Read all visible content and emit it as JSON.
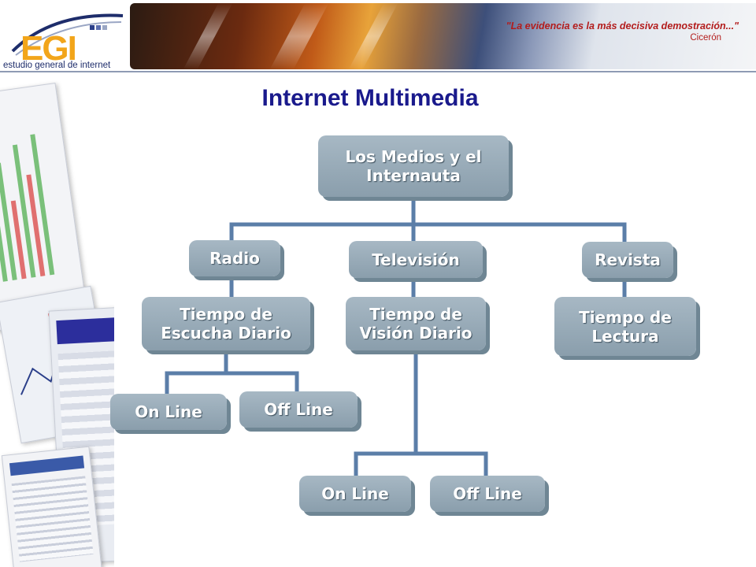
{
  "header": {
    "logo": "EGI",
    "logo_subtitle": "estudio general de internet",
    "quote": "\"La evidencia es la más decisiva demostración...\"",
    "quote_author": "Cicerón"
  },
  "title": "Internet Multimedia",
  "diagram": {
    "root": "Los Medios y el Internauta",
    "radio": "Radio",
    "television": "Televisión",
    "revista": "Revista",
    "radio_time": "Tiempo de Escucha Diario",
    "tv_time": "Tiempo de Visión Diario",
    "revista_time": "Tiempo de Lectura",
    "radio_online": "On Line",
    "radio_offline": "Off Line",
    "tv_online": "On Line",
    "tv_offline": "Off Line"
  },
  "colors": {
    "node_fill": "#9aadba",
    "connector": "#5b7ea8",
    "title": "#1a1a8c",
    "quote": "#b31c1c",
    "logo": "#f2a51a"
  }
}
